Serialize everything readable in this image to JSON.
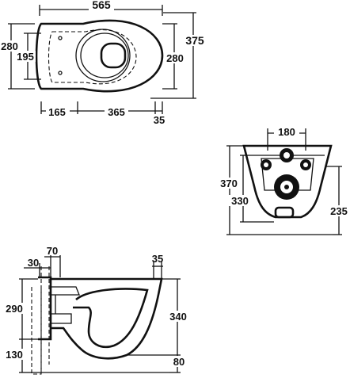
{
  "top_view": {
    "width_total": "565",
    "depth_left": "280",
    "inner_depth": "195",
    "depth_total": "375",
    "depth_right": "280",
    "seg_a": "165",
    "seg_b": "365",
    "seg_c": "35"
  },
  "rear_view": {
    "top_width": "180",
    "height_total": "370",
    "height_inner": "330",
    "height_right": "235"
  },
  "side_view": {
    "top_a": "30",
    "top_b": "70",
    "top_c": "35",
    "left_upper": "290",
    "left_lower": "130",
    "right_upper": "340",
    "right_lower": "80"
  }
}
